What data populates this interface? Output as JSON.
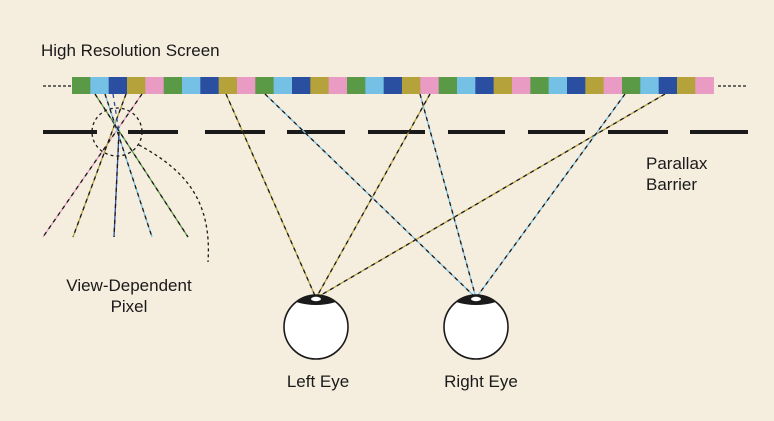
{
  "labels": {
    "screen": "High Resolution Screen",
    "barrier_line1": "Parallax",
    "barrier_line2": "Barrier",
    "pixel_line1": "View-Dependent",
    "pixel_line2": "Pixel",
    "left_eye": "Left Eye",
    "right_eye": "Right Eye"
  },
  "colors": {
    "background": "#f5edde",
    "pixel_cycle": [
      "#5a9a46",
      "#75c1e6",
      "#2b4fa0",
      "#b6a23a",
      "#ea9bc4"
    ],
    "ink": "#1a1a1a"
  }
}
